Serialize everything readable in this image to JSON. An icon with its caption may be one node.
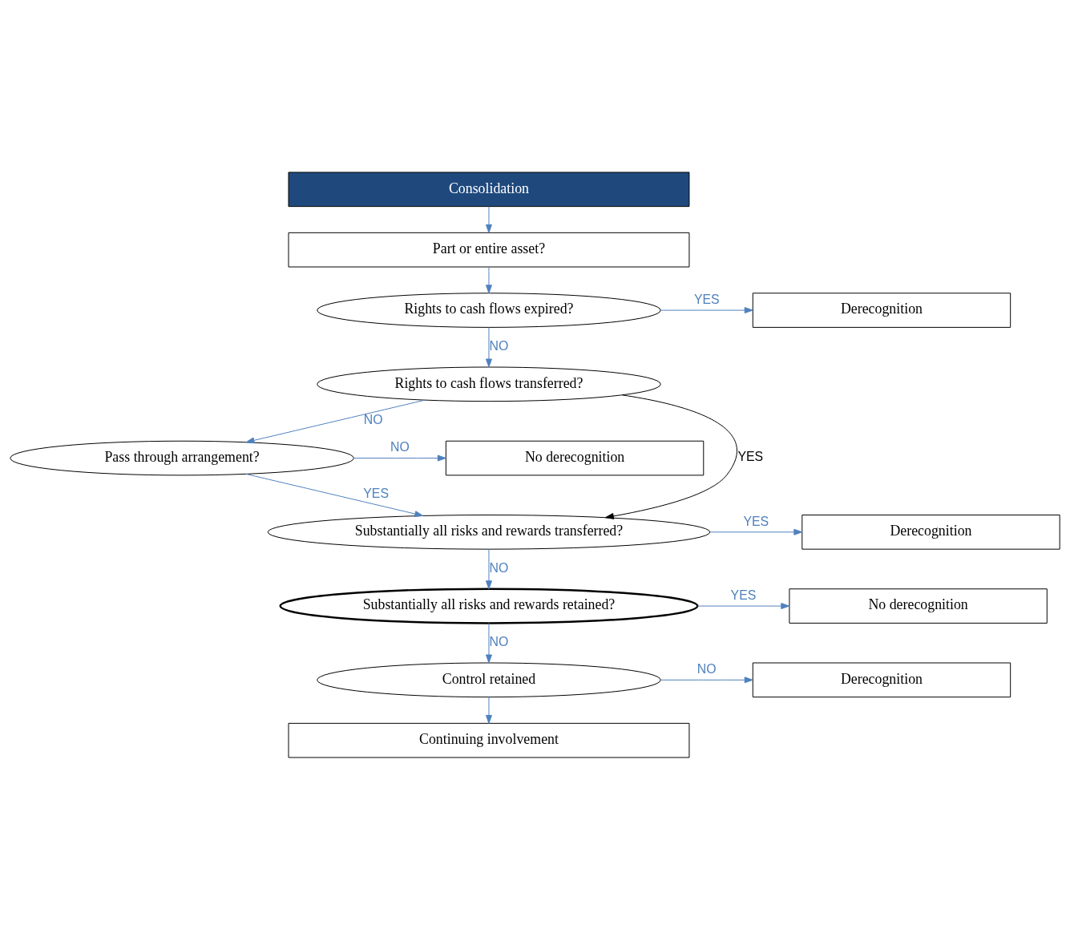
{
  "diagram": {
    "nodes": [
      {
        "text": [
          "Consolidation"
        ]
      },
      {
        "text": [
          "Part or entire asset?"
        ]
      },
      {
        "text": [
          "Rights to cash flows expired?"
        ]
      },
      {
        "text": [
          "Derecognition"
        ]
      },
      {
        "text": [
          "Rights to cash flows transferred?"
        ]
      },
      {
        "text": [
          "Pass through arrangement?"
        ]
      },
      {
        "text": [
          "No derecognition"
        ]
      },
      {
        "text": [
          "Substantially all risks and rewards transferred?"
        ]
      },
      {
        "text": [
          "Derecognition"
        ]
      },
      {
        "text": [
          "Substantially all risks and rewards retained?"
        ]
      },
      {
        "text": [
          "No derecognition"
        ]
      },
      {
        "text": [
          "Control retained"
        ]
      },
      {
        "text": [
          "Derecognition"
        ]
      },
      {
        "text": [
          "Continuing involvement"
        ]
      }
    ],
    "edges": [
      {
        "from": 0,
        "to": 1,
        "arrow": "to"
      },
      {
        "from": 1,
        "to": 2,
        "arrow": "to"
      },
      {
        "from": 2,
        "to": 3,
        "arrow": "to",
        "label": "YES"
      },
      {
        "from": 2,
        "to": 4,
        "arrow": "to",
        "label": "NO"
      },
      {
        "from": 4,
        "to": 5,
        "arrow": "to",
        "label": "NO"
      },
      {
        "from": 4,
        "to": 7,
        "arrow": "to",
        "label": "YES",
        "color": "#000000"
      },
      {
        "from": 5,
        "to": 6,
        "arrow": "to",
        "label": "NO"
      },
      {
        "from": 5,
        "to": 7,
        "arrow": "to",
        "label": "YES"
      },
      {
        "from": 7,
        "to": 8,
        "arrow": "to",
        "label": "YES"
      },
      {
        "from": 7,
        "to": 9,
        "arrow": "to",
        "label": "NO"
      },
      {
        "from": 9,
        "to": 10,
        "arrow": "to",
        "label": "YES"
      },
      {
        "from": 9,
        "to": 11,
        "arrow": "to",
        "label": "NO"
      },
      {
        "from": 11,
        "to": 12,
        "arrow": "to",
        "label": "NO"
      },
      {
        "from": 11,
        "to": 13,
        "arrow": "to"
      }
    ]
  }
}
